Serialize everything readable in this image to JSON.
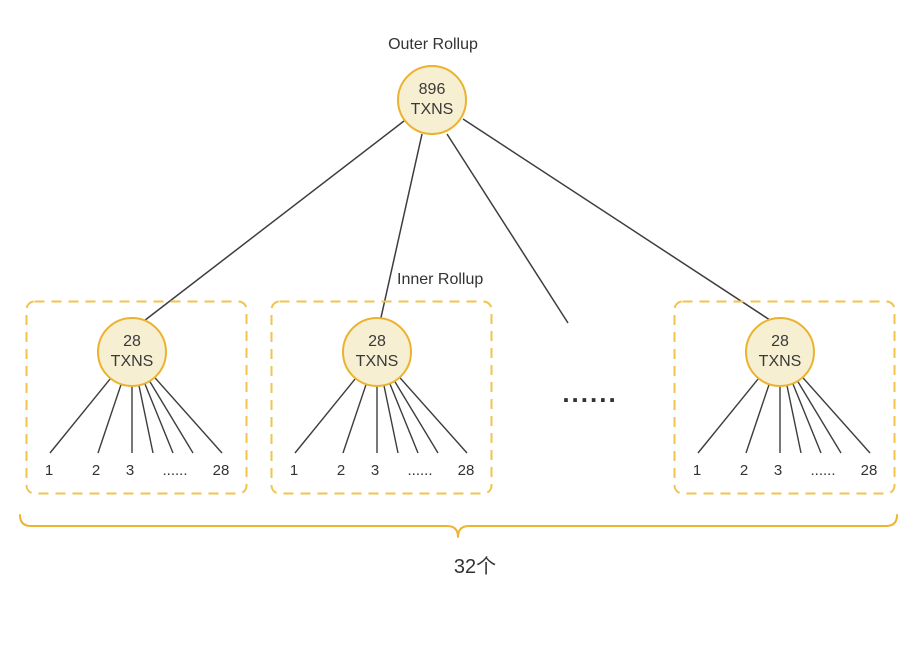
{
  "diagram": {
    "outer_rollup": {
      "label": "Outer Rollup",
      "txn_count": "896",
      "txn_unit": "TXNS"
    },
    "inner_rollup_label": "Inner Rollup",
    "clusters": [
      {
        "txn_count": "28",
        "txn_unit": "TXNS",
        "leaves": [
          "1",
          "2",
          "3",
          "......",
          "28"
        ]
      },
      {
        "txn_count": "28",
        "txn_unit": "TXNS",
        "leaves": [
          "1",
          "2",
          "3",
          "......",
          "28"
        ]
      },
      {
        "txn_count": "28",
        "txn_unit": "TXNS",
        "leaves": [
          "1",
          "2",
          "3",
          "......",
          "28"
        ]
      }
    ],
    "gap_ellipsis": "......",
    "brace_label": "32个",
    "colors": {
      "node_fill": "#f6efd2",
      "node_border": "#ecb22e",
      "box_dashed_border": "#f2c34e",
      "brace": "#efb32f",
      "line": "#3d3d3d",
      "text": "#333333"
    }
  }
}
